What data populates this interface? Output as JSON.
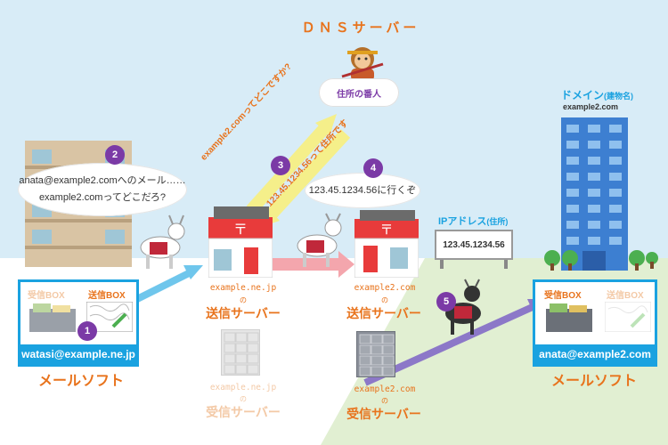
{
  "dns": {
    "title": "ＤＮＳサーバー",
    "role": "住所の番人"
  },
  "domain": {
    "heading": "ドメイン",
    "heading_sub": "(建物名)",
    "name": "example2.com"
  },
  "ip": {
    "heading": "IPアドレス",
    "heading_sub": "(住所)",
    "value": "123.45.1234.56"
  },
  "steps": {
    "s1": "1",
    "s2": "2",
    "s3": "3",
    "s4": "4",
    "s5": "5"
  },
  "bubbles": {
    "sender_line1": "anata@example2.comへのメール……",
    "sender_line2": "example2.comってどこだろ?",
    "goto": "123.45.1234.56に行くぞ"
  },
  "arrows": {
    "query": "example2.comってどこですか?",
    "answer": "123.45.1234.56って住所です"
  },
  "servers": {
    "send1_domain": "example.ne.jp",
    "send1_no": "の",
    "send1_label": "送信サーバー",
    "recv1_domain": "example.ne.jp",
    "recv1_no": "の",
    "recv1_label": "受信サーバー",
    "send2_domain": "example2.com",
    "send2_no": "の",
    "send2_label": "送信サーバー",
    "recv2_domain": "example2.com",
    "recv2_no": "の",
    "recv2_label": "受信サーバー"
  },
  "mail_left": {
    "inbox": "受信BOX",
    "outbox": "送信BOX",
    "address": "watasi@example.ne.jp",
    "caption": "メールソフト"
  },
  "mail_right": {
    "inbox": "受信BOX",
    "outbox": "送信BOX",
    "address": "anata@example2.com",
    "caption": "メールソフト"
  },
  "colors": {
    "accent_blue": "#1aa2e0",
    "accent_orange": "#e8731c",
    "badge_purple": "#7b3aa6",
    "arrow_yellow": "#f5ef8a",
    "arrow_pink": "#f4a6ad",
    "arrow_purple": "#8c78c8",
    "arrow_blue": "#6fc6ec"
  }
}
